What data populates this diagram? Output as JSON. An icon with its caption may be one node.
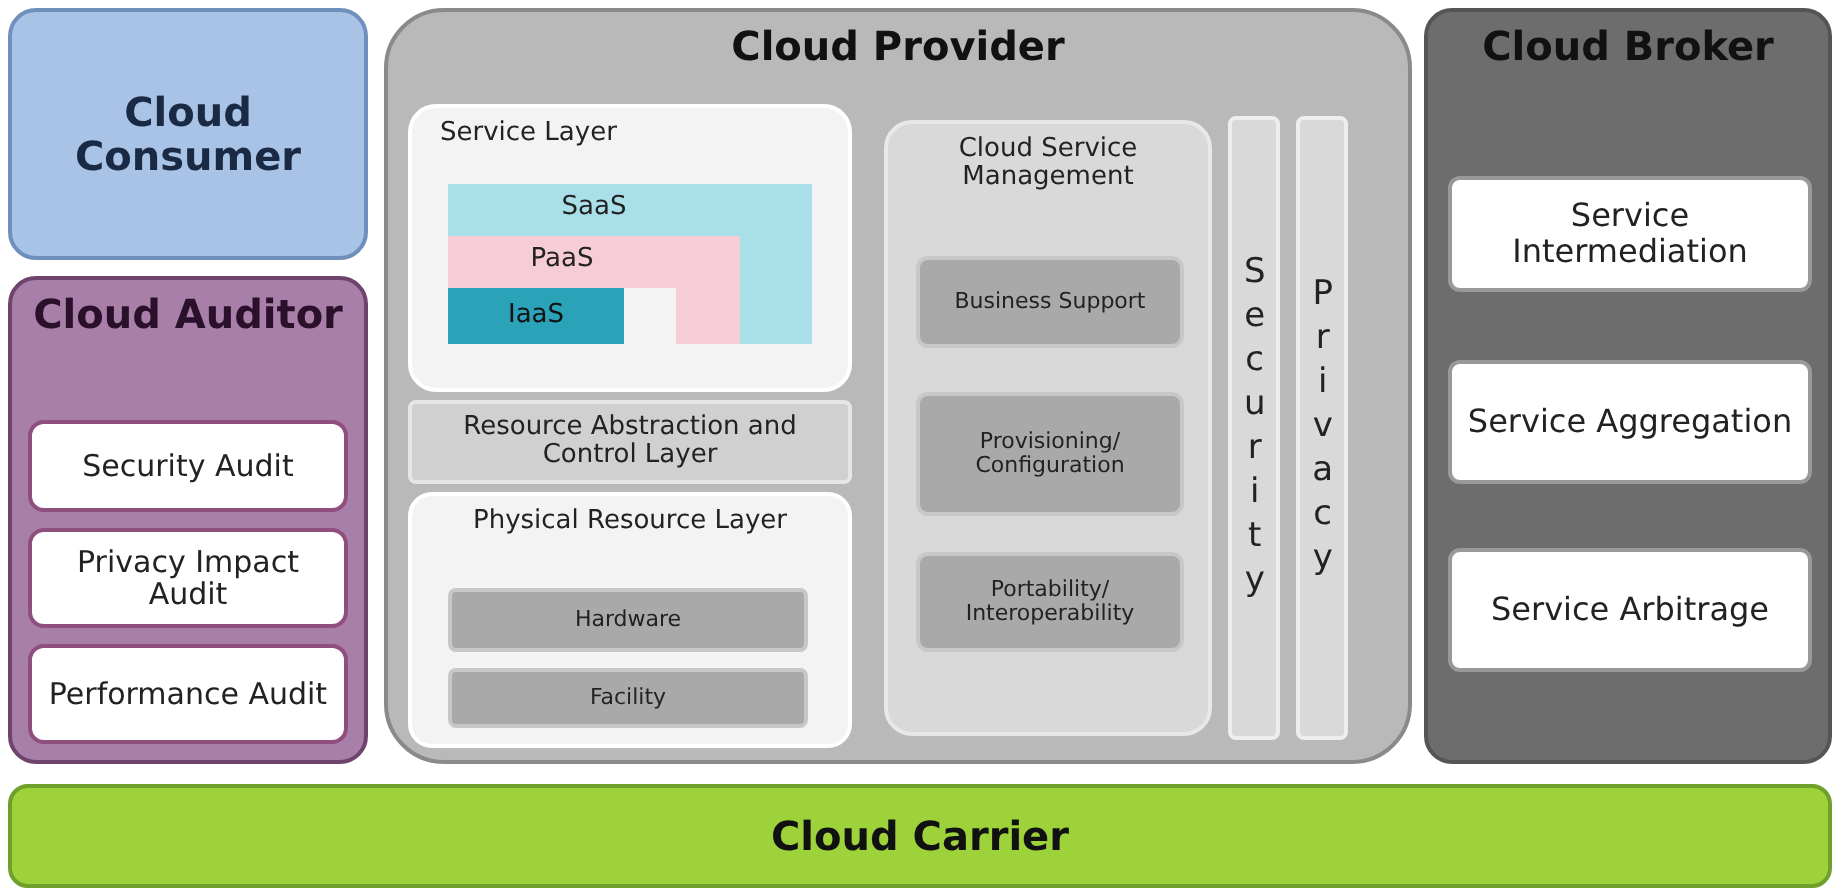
{
  "diagram": {
    "nodes": [
      {
        "text": [
          "Cloud Consumer"
        ]
      },
      {
        "text": [
          "Cloud Auditor"
        ]
      },
      {
        "text": [
          "Security Audit"
        ],
        "in": 1
      },
      {
        "text": [
          "Privacy Impact Audit"
        ],
        "in": 1
      },
      {
        "text": [
          "Performance Audit"
        ],
        "in": 1
      },
      {
        "text": [
          "Cloud Provider"
        ]
      },
      {
        "text": [
          "Service Layer"
        ],
        "in": 5
      },
      {
        "text": [
          "SaaS"
        ],
        "in": 6
      },
      {
        "text": [
          "PaaS"
        ],
        "in": 6
      },
      {
        "text": [
          "IaaS"
        ],
        "in": 6
      },
      {
        "text": [
          "Resource Abstraction and Control Layer"
        ],
        "in": 5
      },
      {
        "text": [
          "Physical Resource Layer"
        ],
        "in": 5
      },
      {
        "text": [
          "Hardware"
        ],
        "in": 11
      },
      {
        "text": [
          "Facility"
        ],
        "in": 11
      },
      {
        "text": [
          "Cloud Service Management"
        ],
        "in": 5
      },
      {
        "text": [
          "Business Support"
        ],
        "in": 14
      },
      {
        "text": [
          "Provisioning/ Configuration"
        ],
        "in": 14
      },
      {
        "text": [
          "Portability/ Interoperability"
        ],
        "in": 14
      },
      {
        "text": [
          "Security"
        ],
        "in": 5
      },
      {
        "text": [
          "Privacy"
        ],
        "in": 5
      },
      {
        "text": [
          "Cloud Broker"
        ]
      },
      {
        "text": [
          "Service Intermediation"
        ],
        "in": 20
      },
      {
        "text": [
          "Service Aggregation"
        ],
        "in": 20
      },
      {
        "text": [
          "Service Arbitrage"
        ],
        "in": 20
      },
      {
        "text": [
          "Cloud Carrier"
        ]
      }
    ]
  }
}
